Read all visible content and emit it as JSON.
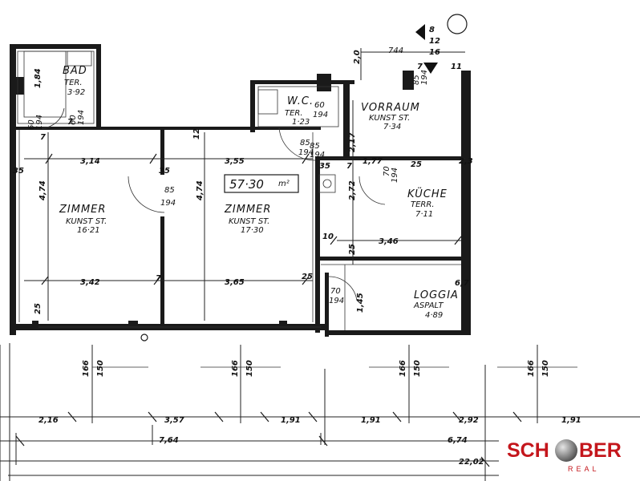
{
  "rooms": {
    "bad": {
      "name": "BAD",
      "floor": "TER.",
      "area": "3·92"
    },
    "wc": {
      "name": "W.C.",
      "floor": "TER.",
      "area": "1·23"
    },
    "vorraum": {
      "name": "VORRAUM",
      "floor": "KUNST ST.",
      "area": "7·34"
    },
    "kueche": {
      "name": "KÜCHE",
      "floor": "TERR.",
      "area": "7·11"
    },
    "zimmer1": {
      "name": "ZIMMER",
      "floor": "KUNST ST.",
      "area": "16·21"
    },
    "zimmer2": {
      "name": "ZIMMER",
      "floor": "KUNST ST.",
      "area": "17·30"
    },
    "loggia": {
      "name": "LOGGIA",
      "floor": "ASPALT",
      "area": "4·89"
    }
  },
  "total_area": "57·30",
  "area_unit": "m²",
  "stair_marks": [
    "8",
    "12",
    "16"
  ],
  "interior_dimensions": {
    "top_room_1": "3,14",
    "top_room_2": "3,55",
    "bottom_room_1": "3,42",
    "bottom_room_2": "3,65",
    "vorraum_w": "1,77",
    "kueche_w": "3,46",
    "wall_35a": "35",
    "wall_35b": "35",
    "wall_35c": "35",
    "wall_25a": "25",
    "wall_25b": "25",
    "wall_25c": "25",
    "wall_25d": "25",
    "wall_7a": "7",
    "wall_7b": "7",
    "wall_7c": "7",
    "wall_7d": "7",
    "wall_10": "10",
    "wall_12": "12",
    "height_474a": "4,74",
    "height_474b": "4,74",
    "height_217": "2,17",
    "height_272": "2,72",
    "height_145": "1,45",
    "top_20": "2,0",
    "top_744": "744"
  },
  "doors": {
    "d1": {
      "w": "85",
      "h": "194"
    },
    "d2": {
      "w": "85",
      "h": "194"
    },
    "d3": {
      "w": "60",
      "h": "194"
    },
    "d4": {
      "w": "70",
      "h": "194"
    },
    "d5": {
      "w": "85",
      "h": "194"
    },
    "d6": {
      "w": "60",
      "h": "194"
    },
    "d7": {
      "w": "70",
      "h": "194"
    },
    "d8": {
      "w": "85",
      "h": "194"
    },
    "bad_door": {
      "w": "60",
      "h": "194"
    }
  },
  "window_marks": {
    "w1": {
      "a": "166",
      "b": "150"
    },
    "w2": {
      "a": "166",
      "b": "150"
    },
    "w3": {
      "a": "166",
      "b": "150"
    },
    "w4": {
      "a": "166",
      "b": "150"
    }
  },
  "bottom_dimensions": {
    "row1": [
      "2,16",
      "3,57",
      "1,91",
      "1,91",
      "2,92",
      "1,91"
    ],
    "row2_a": "7,64",
    "row2_b": "6,74",
    "row3": "22,02"
  },
  "partial_labels": {
    "loggia_dim": "6,7",
    "right_edge": "2,3",
    "bad_wall": "7"
  },
  "logo": {
    "word_left": "SCH",
    "word_right": "BER",
    "sub": "REAL",
    "color": "#c4161c"
  }
}
